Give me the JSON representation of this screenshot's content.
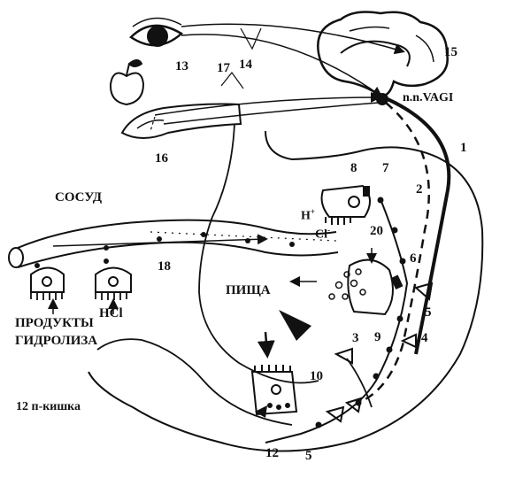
{
  "labels": {
    "n1": "1",
    "n2": "2",
    "n3": "3",
    "n4": "4",
    "n5a": "5",
    "n5b": "5",
    "n6": "6",
    "n7": "7",
    "n8": "8",
    "n9": "9",
    "n10": "10",
    "n12": "12",
    "n13": "13",
    "n14": "14",
    "n15": "15",
    "n16": "16",
    "n17": "17",
    "n18": "18",
    "n20": "20"
  },
  "text": {
    "vagi": "n.n.VAGI",
    "vessel": "СОСУД",
    "food": "ПИЩА",
    "hcl": "HCl",
    "hydro1": "ПРОДУКТЫ",
    "hydro2": "ГИДРОЛИЗА",
    "duodenum": "12 п-кишка",
    "hplus": "H",
    "hplus_sup": "+",
    "cl": "Cl",
    "cl_sup": "-"
  },
  "icons": [
    "eye-icon",
    "apple-icon",
    "brain-icon",
    "tongue-icon",
    "stomach-outline",
    "cell-icon"
  ]
}
